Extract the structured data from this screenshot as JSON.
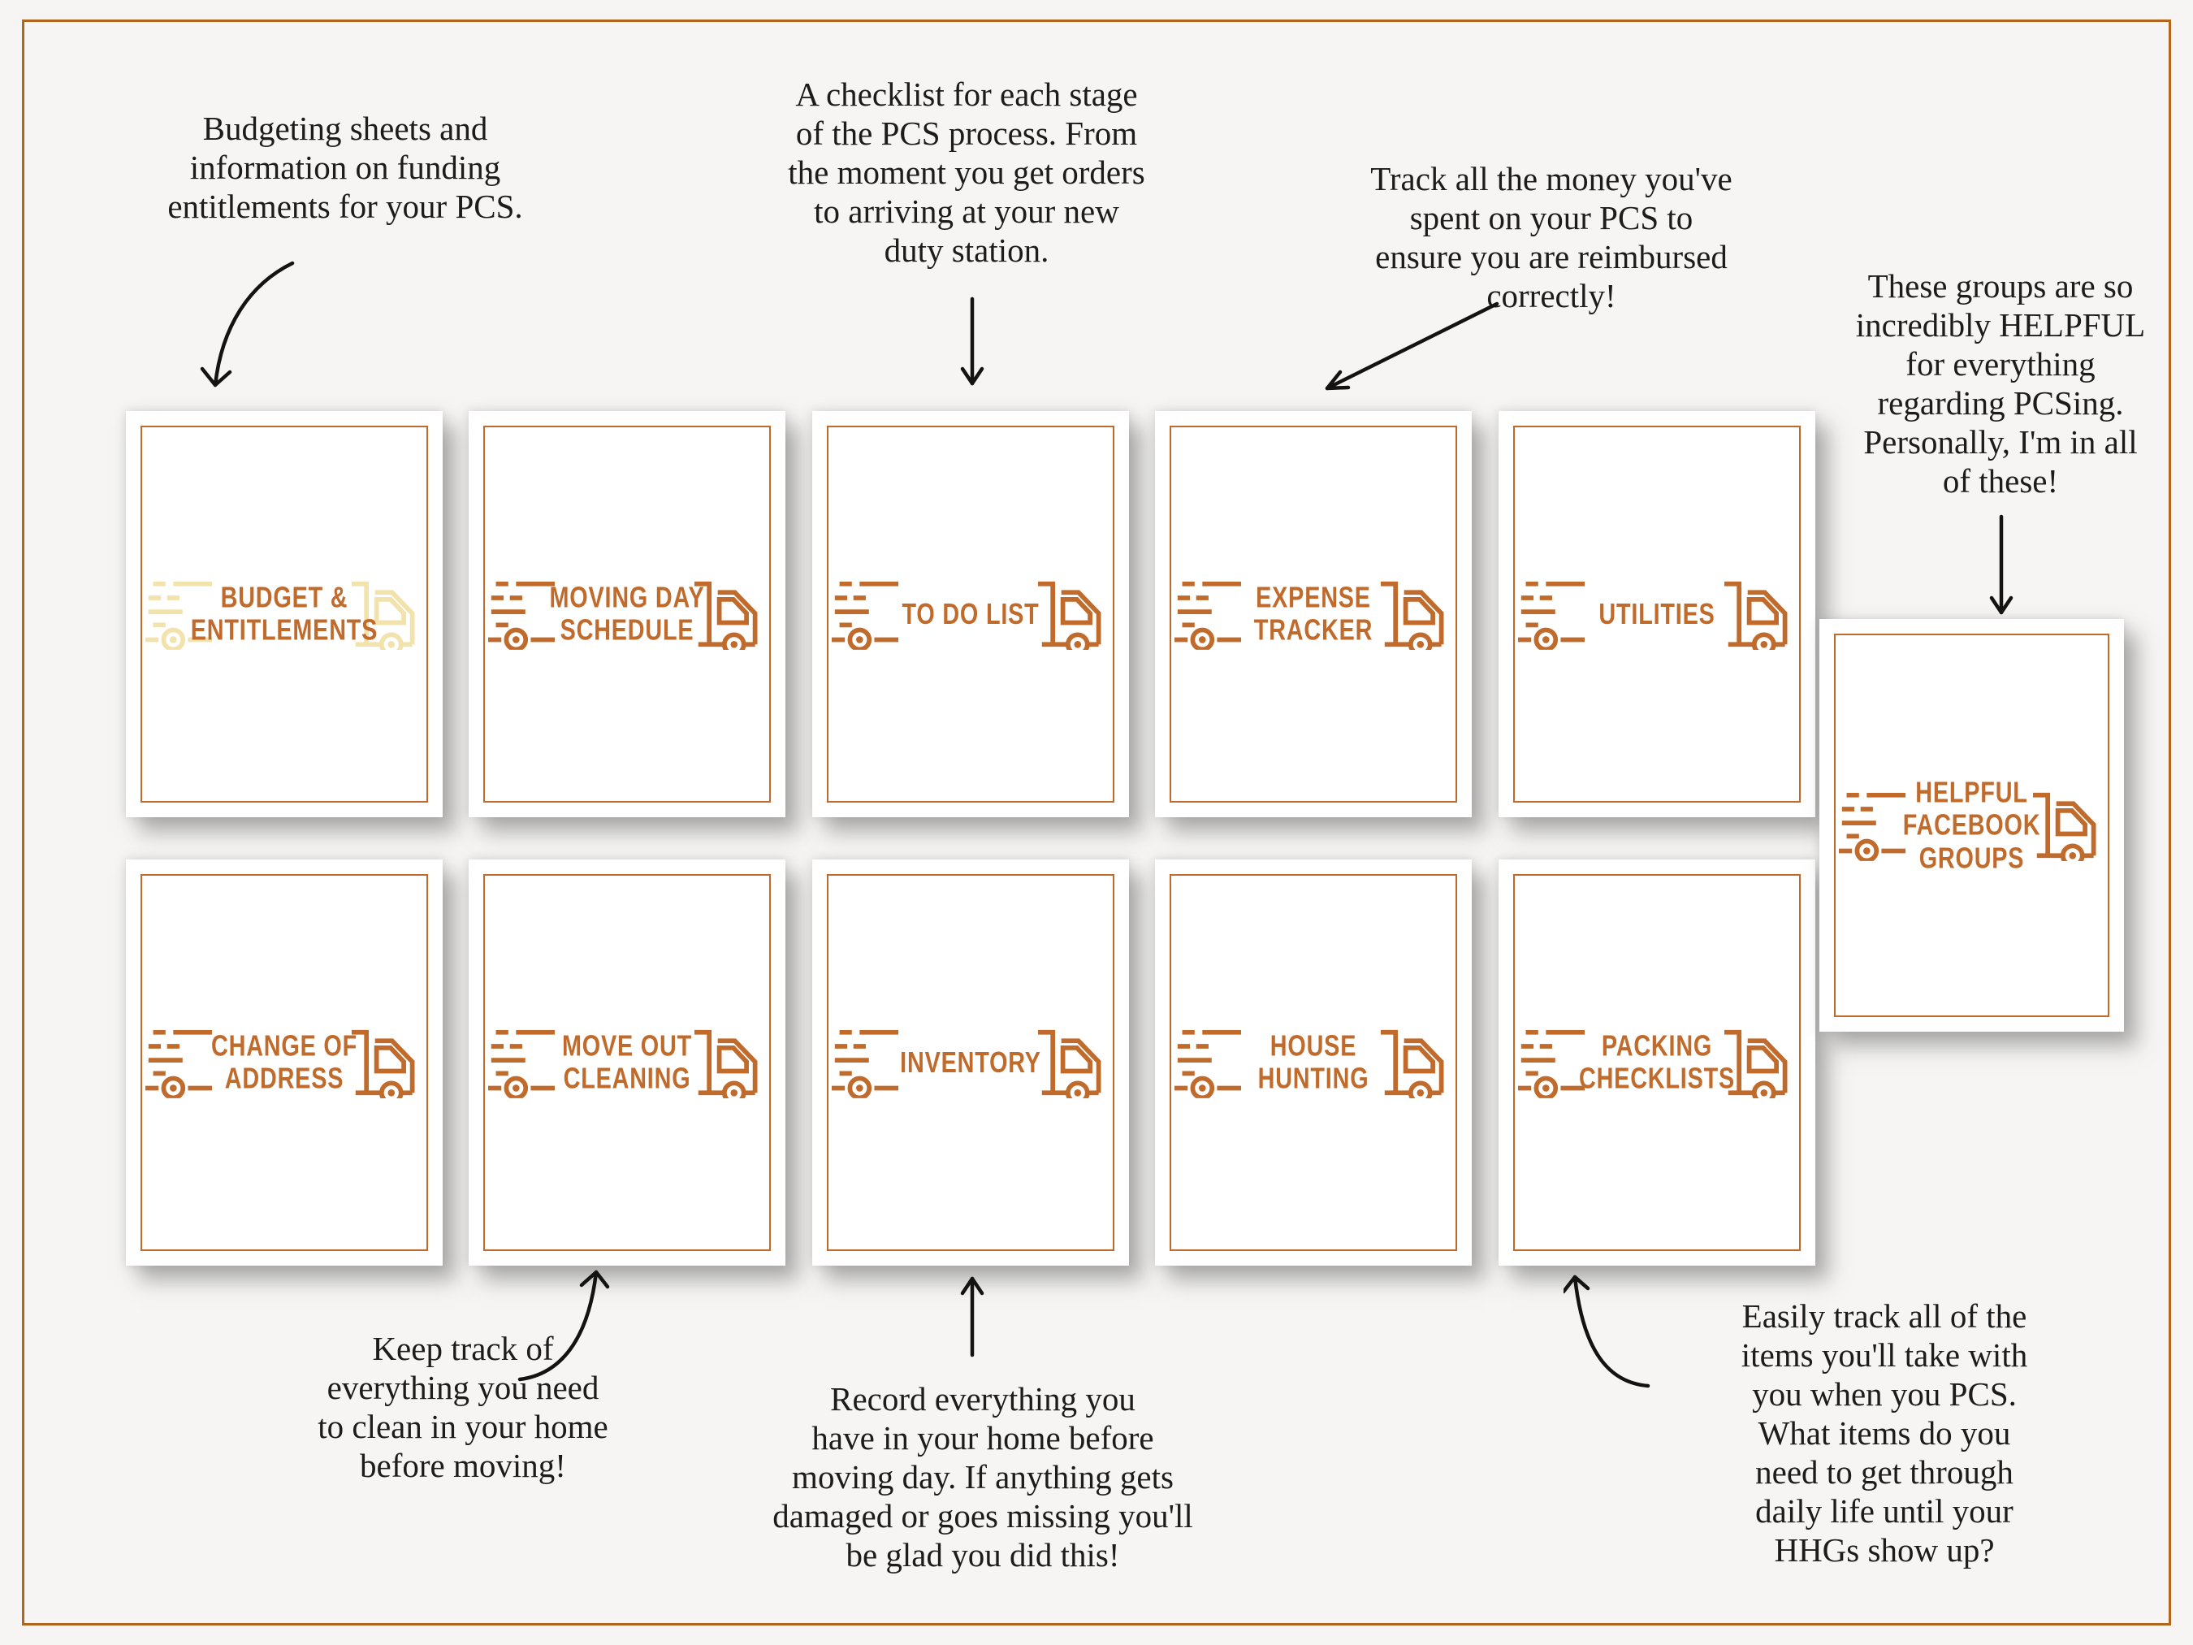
{
  "page": {
    "background": "#f6f5f3",
    "frame_color": "#b2661c"
  },
  "colors": {
    "card_accent_orange": "#c06b2b",
    "budget_icon_cream": "#f2e2ab",
    "annotation_text": "#1c1c1c",
    "card_background": "#ffffff",
    "arrow_color": "#131313"
  },
  "icons": {
    "left_icon": "truck-rear-with-speed-lines",
    "right_icon": "truck-cab-with-wheel"
  },
  "cards": [
    {
      "id": "budget-entitlements",
      "title": "BUDGET &\nENTITLEMENTS"
    },
    {
      "id": "moving-day-schedule",
      "title": "MOVING DAY\nSCHEDULE"
    },
    {
      "id": "to-do-list",
      "title": "TO DO LIST"
    },
    {
      "id": "expense-tracker",
      "title": "EXPENSE\nTRACKER"
    },
    {
      "id": "utilities",
      "title": "UTILITIES"
    },
    {
      "id": "change-of-address",
      "title": "CHANGE OF\nADDRESS"
    },
    {
      "id": "move-out-cleaning",
      "title": "MOVE OUT\nCLEANING"
    },
    {
      "id": "inventory",
      "title": "INVENTORY"
    },
    {
      "id": "house-hunting",
      "title": "HOUSE\nHUNTING"
    },
    {
      "id": "packing-checklists",
      "title": "PACKING\nCHECKLISTS"
    },
    {
      "id": "helpful-facebook-groups",
      "title": "HELPFUL\nFACEBOOK\nGROUPS"
    }
  ],
  "annotations": [
    {
      "id": "budget-note",
      "text": "Budgeting sheets and\ninformation on funding\nentitlements for your PCS."
    },
    {
      "id": "todo-note",
      "text": "A checklist for each stage\nof the PCS process. From\nthe moment you get orders\nto arriving at your new\nduty station."
    },
    {
      "id": "expense-note",
      "text": "Track all the money you've\nspent on your PCS to\nensure you are reimbursed\ncorrectly!"
    },
    {
      "id": "facebook-note",
      "text": "These groups are so\nincredibly HELPFUL\nfor everything\nregarding PCSing.\nPersonally, I'm in all\nof these!"
    },
    {
      "id": "cleaning-note",
      "text": "Keep track of\neverything you need\nto clean in your home\nbefore moving!"
    },
    {
      "id": "inventory-note",
      "text": "Record everything you\nhave in your home before\nmoving day. If anything gets\ndamaged or goes missing you'll\nbe glad you did this!"
    },
    {
      "id": "packing-note",
      "text": "Easily track all of the\nitems you'll take with\nyou when you PCS.\nWhat items do you\nneed to get through\ndaily life until your\nHHGs show up?"
    }
  ]
}
